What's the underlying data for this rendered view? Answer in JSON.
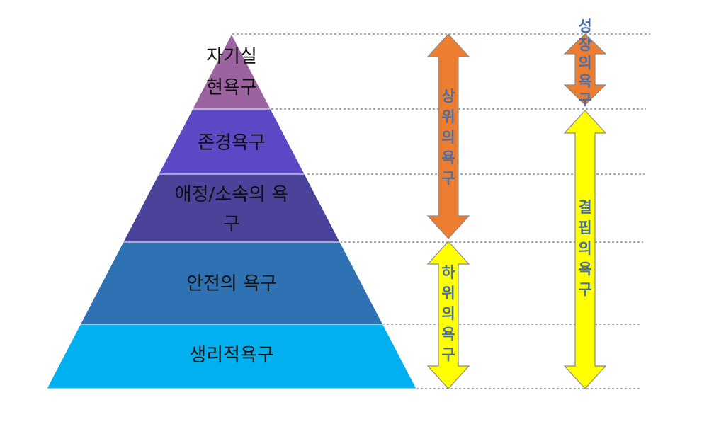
{
  "tiers": [
    {
      "lines": [
        "자기실",
        "현욕구"
      ],
      "color": "#9b64a0"
    },
    {
      "lines": [
        "존경욕구"
      ],
      "color": "#5c48c4"
    },
    {
      "lines": [
        "애정/소속의 욕",
        "구"
      ],
      "color": "#4b4399"
    },
    {
      "lines": [
        "안전의 욕구"
      ],
      "color": "#2f72b4"
    },
    {
      "lines": [
        "생리적욕구"
      ],
      "color": "#00b0ef"
    }
  ],
  "arrows": {
    "upper": {
      "text": "상위의욕구",
      "color": "#ed7d31"
    },
    "lower": {
      "text": "하위의욕구",
      "color": "#ffff00"
    },
    "growth": {
      "text": "성장의욕구",
      "color": "#ed7d31"
    },
    "deficiency": {
      "text": "결핍의욕구",
      "color": "#ffff00"
    }
  }
}
